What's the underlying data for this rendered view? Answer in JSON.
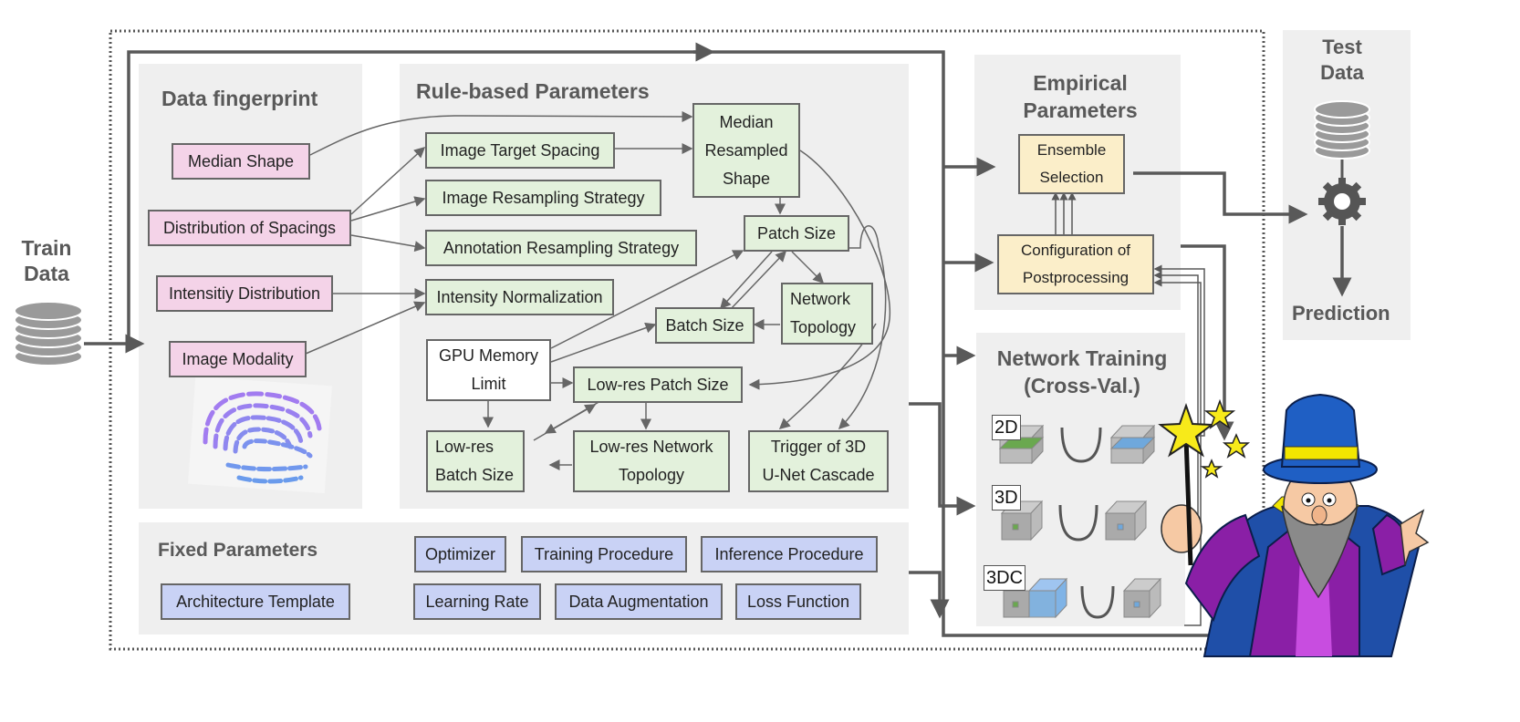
{
  "train_data": {
    "label_line1": "Train",
    "label_line2": "Data",
    "icon": "database-icon"
  },
  "test_data": {
    "label_line1": "Test",
    "label_line2": "Data",
    "icon": "database-icon",
    "process_icon": "gear-icon",
    "output_label": "Prediction"
  },
  "data_fingerprint": {
    "title": "Data fingerprint",
    "items": [
      "Median Shape",
      "Distribution of Spacings",
      "Intensitiy Distribution",
      "Image Modality"
    ],
    "icon": "fingerprint-icon"
  },
  "rule_based": {
    "title": "Rule-based Parameters",
    "items": {
      "target_spacing": "Image Target Spacing",
      "image_resampling": "Image Resampling Strategy",
      "annotation_resampling": "Annotation Resampling Strategy",
      "intensity_norm": "Intensity Normalization",
      "median_resampled_1": "Median",
      "median_resampled_2": "Resampled",
      "median_resampled_3": "Shape",
      "patch_size": "Patch Size",
      "network_topology_1": "Network",
      "network_topology_2": "Topology",
      "batch_size": "Batch Size",
      "gpu_memory_1": "GPU Memory",
      "gpu_memory_2": "Limit",
      "lowres_patch": "Low-res Patch Size",
      "lowres_batch_1": "Low-res",
      "lowres_batch_2": "Batch Size",
      "lowres_topology_1": "Low-res Network",
      "lowres_topology_2": "Topology",
      "cascade_trigger_1": "Trigger of 3D",
      "cascade_trigger_2": "U-Net Cascade"
    }
  },
  "fixed": {
    "title": "Fixed Parameters",
    "items": [
      "Architecture Template",
      "Optimizer",
      "Training Procedure",
      "Inference Procedure",
      "Learning Rate",
      "Data Augmentation",
      "Loss Function"
    ]
  },
  "empirical": {
    "title_line1": "Empirical",
    "title_line2": "Parameters",
    "ensemble_1": "Ensemble",
    "ensemble_2": "Selection",
    "postproc_1": "Configuration of",
    "postproc_2": "Postprocessing"
  },
  "training": {
    "title_line1": "Network Training",
    "title_line2": "(Cross-Val.)",
    "configs": [
      "2D",
      "3D",
      "3DC"
    ]
  },
  "mascot": {
    "icon": "wizard-icon"
  },
  "colors": {
    "fingerprint": "#f4d3e8",
    "rule": "#e3f1dc",
    "fixed": "#c9d2f5",
    "empirical": "#fbeec9",
    "panel": "#efefef",
    "line": "#595959"
  }
}
